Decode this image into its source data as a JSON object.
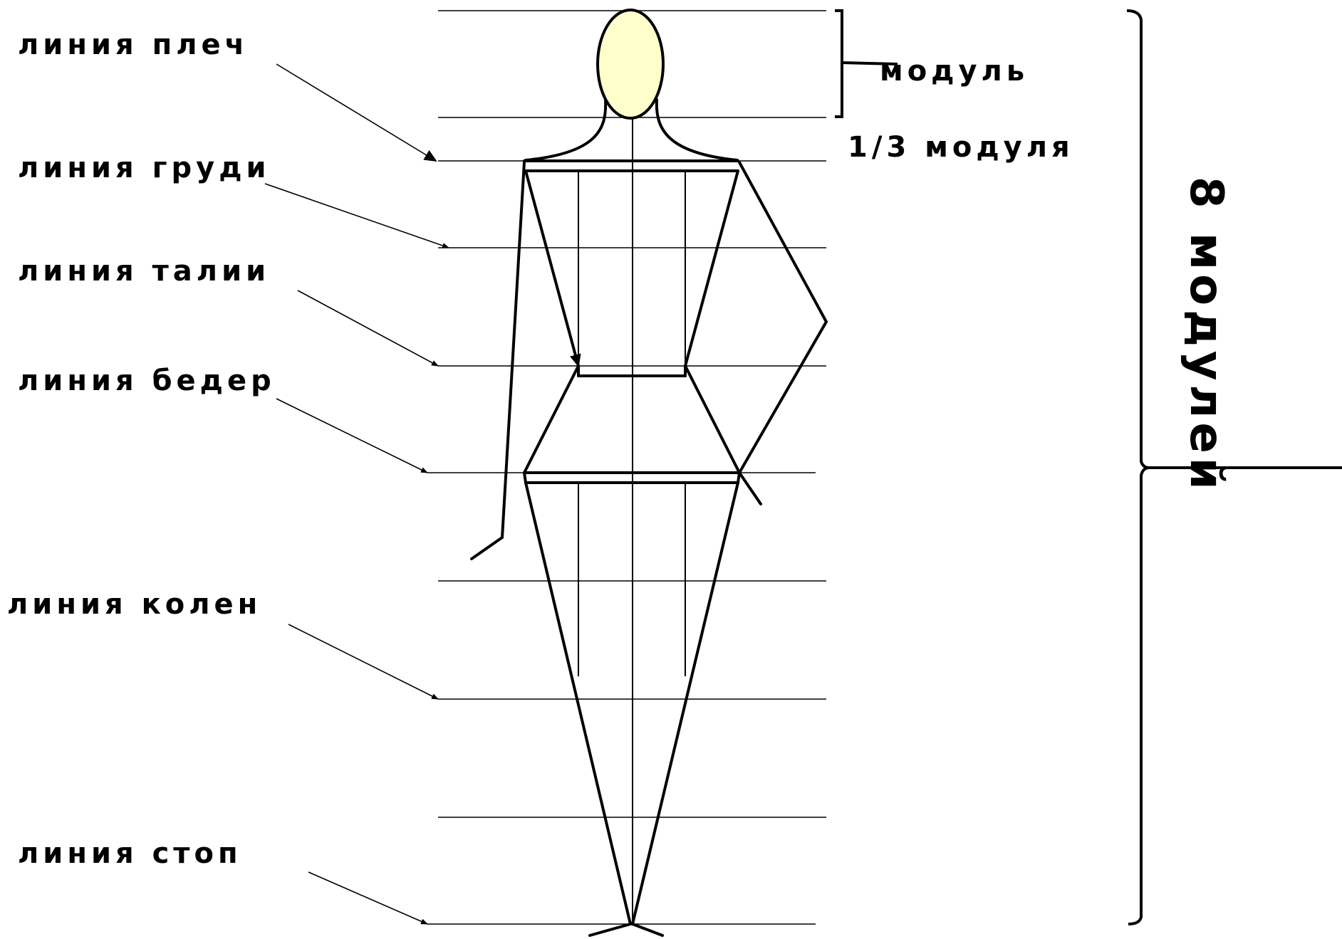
{
  "labels": {
    "shoulders": "линия плеч",
    "chest": "линия груди",
    "waist": "линия талии",
    "hips": "линия бедер",
    "knees": "линия колен",
    "feet": "линия стоп",
    "module": "модуль",
    "third_module": "1/3 модуля",
    "eight_modules": "8 модулей"
  },
  "colors": {
    "head_fill": "#FFFFCC",
    "line": "#000000",
    "background": "#FFFFFF"
  }
}
